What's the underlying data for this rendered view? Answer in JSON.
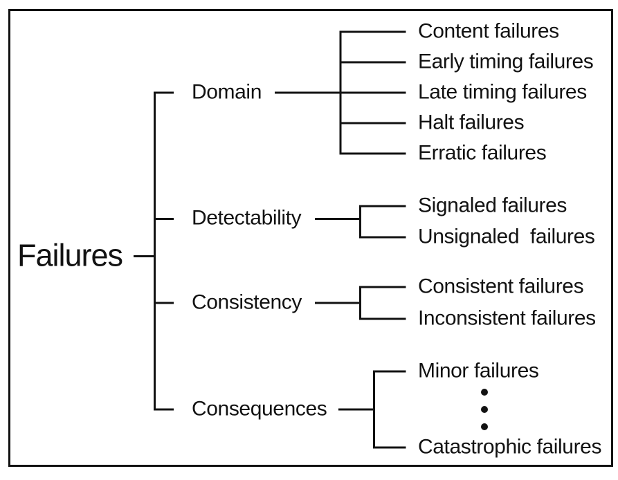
{
  "tree": {
    "root_label": "Failures",
    "branches": [
      {
        "label": "Domain",
        "children": [
          "Content failures",
          "Early timing failures",
          "Late timing failures",
          "Halt failures",
          "Erratic failures"
        ]
      },
      {
        "label": "Detectability",
        "children": [
          "Signaled failures",
          "Unsignaled  failures"
        ]
      },
      {
        "label": "Consistency",
        "children": [
          "Consistent failures",
          "Inconsistent failures"
        ]
      },
      {
        "label": "Consequences",
        "children": [
          "Minor failures",
          "Catastrophic failures"
        ],
        "ellipsis_dot_count": 3
      }
    ],
    "line_color": "#121212",
    "background_color": "#ffffff"
  }
}
